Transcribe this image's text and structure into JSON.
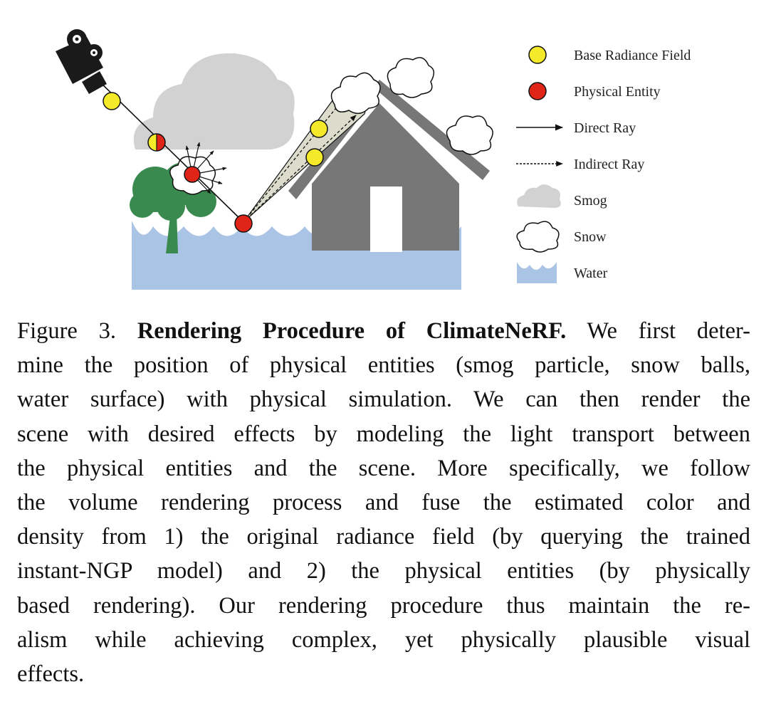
{
  "figure": {
    "legend": [
      {
        "key": "base",
        "label": "Base Radiance Field"
      },
      {
        "key": "physical",
        "label": "Physical Entity"
      },
      {
        "key": "direct",
        "label": "Direct Ray"
      },
      {
        "key": "indirect",
        "label": "Indirect Ray"
      },
      {
        "key": "smog",
        "label": "Smog"
      },
      {
        "key": "snow",
        "label": "Snow"
      },
      {
        "key": "water",
        "label": "Water"
      }
    ],
    "colors": {
      "base_radiance": "#f5ea2a",
      "physical_entity": "#e02418",
      "smog": "#d2d2d2",
      "water": "#a9c4e4",
      "house": "#777777",
      "tree": "#3a8a4f",
      "camera": "#1a1a1a"
    },
    "icons": [
      "camera-icon",
      "smog-cloud-icon",
      "snow-cloud-icon",
      "tree-icon",
      "house-icon",
      "water-icon"
    ]
  },
  "caption": {
    "figure_label": "Figure 3. ",
    "title": "Rendering Procedure of ClimateNeRF.",
    "first_line_rest": " We first deter-",
    "lines": [
      "mine the position of physical entities (smog particle, snow balls,",
      "water surface) with physical simulation.  We can then render the",
      "scene with desired effects by modeling the light transport between",
      "the physical entities and the scene.  More specifically, we follow",
      "the volume rendering process and fuse the estimated color and",
      "density from 1) the original radiance field (by querying the trained",
      "instant-NGP model) and 2) the physical entities (by physically",
      "based rendering).  Our rendering procedure thus maintain the re-",
      "alism while achieving complex, yet physically plausible visual",
      "effects."
    ]
  }
}
